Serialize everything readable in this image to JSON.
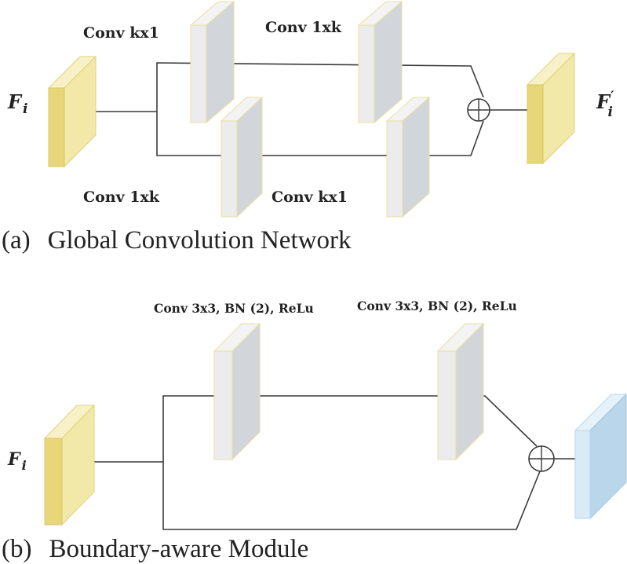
{
  "panel_a": {
    "caption_marker": "(a)",
    "caption_text": "Global Convolution Network",
    "input_symbol": "F",
    "input_subscript": "i",
    "output_symbol": "F",
    "output_prime": "′",
    "output_subscript": "i",
    "top_conv1_label": "Conv kx1",
    "top_conv2_label": "Conv 1xk",
    "bottom_conv1_label": "Conv 1xk",
    "bottom_conv2_label": "Conv kx1",
    "sum_symbol": "⊕"
  },
  "panel_b": {
    "caption_marker": "(b)",
    "caption_text": "Boundary-aware Module",
    "input_symbol": "F",
    "input_subscript": "i",
    "conv1_label": "Conv 3x3, BN (2), ReLu",
    "conv2_label": "Conv 3x3, BN (2), ReLu",
    "sum_symbol": "⊕"
  },
  "colors": {
    "feature_front": "#e8d77a",
    "feature_side": "#f2e9a8",
    "feature_top": "#f8f1c8",
    "conv_front": "#ececec",
    "conv_side": "#d2d6da",
    "conv_top": "#f3f3f3",
    "output_b_front": "#d8ebf7",
    "output_b_side": "#b9d6ea",
    "output_b_top": "#e6f2fa"
  }
}
